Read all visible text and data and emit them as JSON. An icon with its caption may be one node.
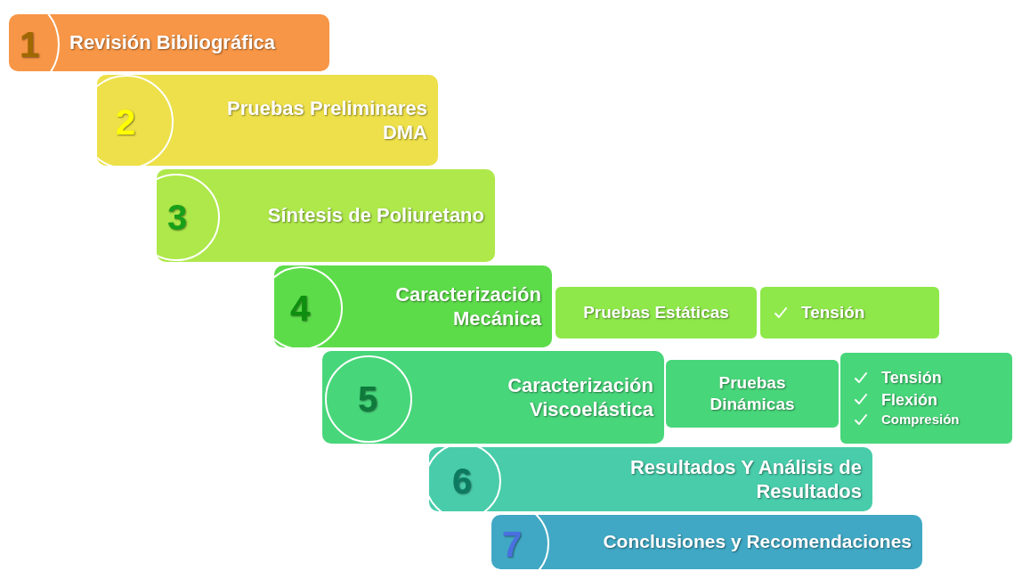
{
  "diagram": {
    "nodes": [
      {
        "text": [
          "1",
          "Revisión Bibliográfica"
        ]
      },
      {
        "text": [
          "2",
          "Pruebas Preliminares DMA"
        ]
      },
      {
        "text": [
          "3",
          "Síntesis de Poliuretano"
        ]
      },
      {
        "text": [
          "4",
          "Caracterización Mecánica"
        ]
      },
      {
        "text": [
          "Pruebas Estáticas"
        ]
      },
      {
        "text": [
          "Tensión"
        ]
      },
      {
        "text": [
          "5",
          "Caracterización Viscoelástica"
        ]
      },
      {
        "text": [
          "Pruebas Dinámicas"
        ]
      },
      {
        "text": [
          "Tensión",
          "Flexión",
          "Compresión"
        ]
      },
      {
        "text": [
          "6",
          "Resultados Y Análisis de Resultados"
        ]
      },
      {
        "text": [
          "7",
          "Conclusiones y Recomendaciones"
        ]
      }
    ],
    "edges": []
  }
}
